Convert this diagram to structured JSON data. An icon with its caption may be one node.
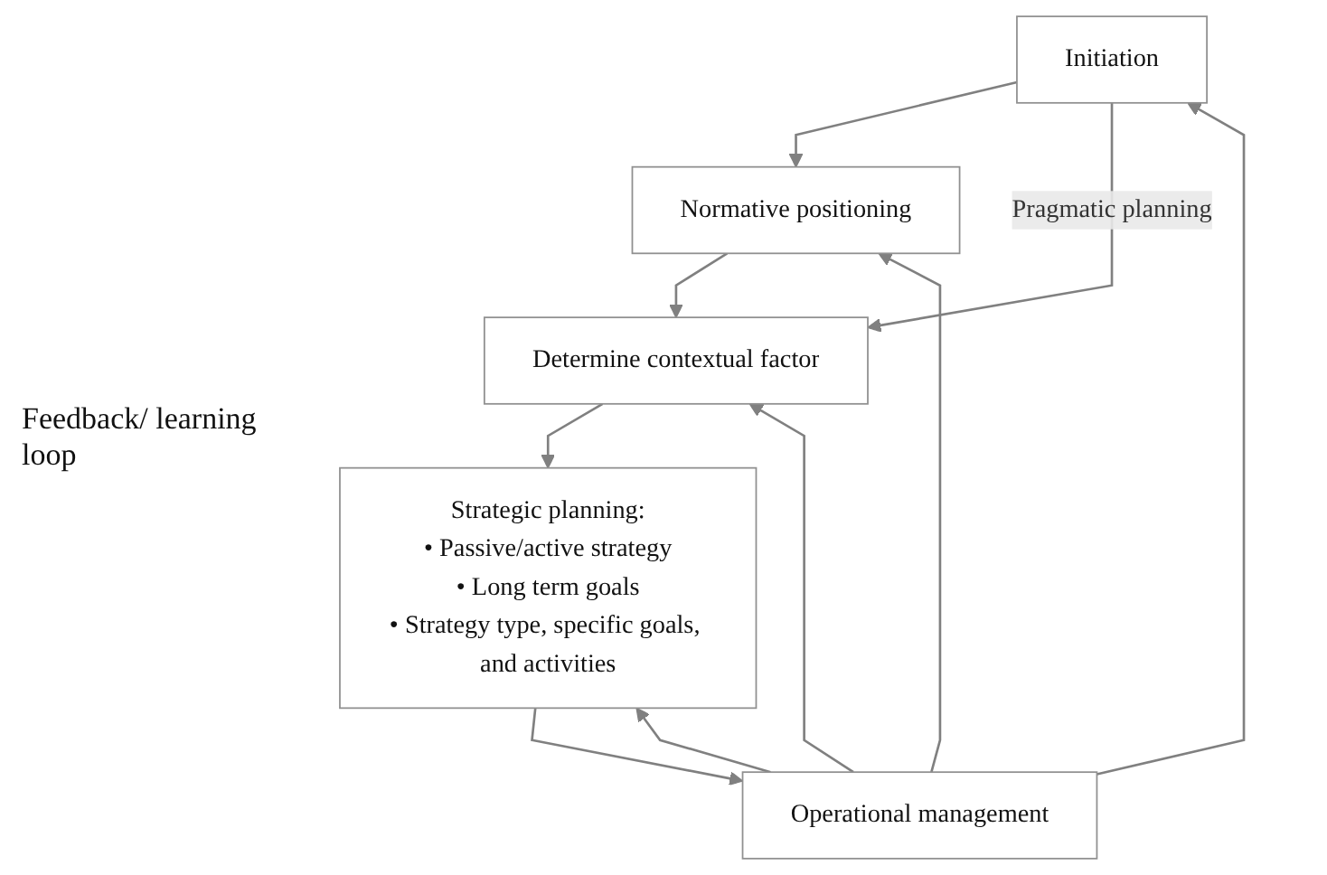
{
  "diagram": {
    "nodes": [
      {
        "text": [
          "Initiation"
        ]
      },
      {
        "text": [
          "Normative positioning"
        ]
      },
      {
        "text": [
          "Determine contextual factor"
        ]
      },
      {
        "text": [
          "Strategic planning:",
          "• Passive/active strategy",
          "• Long term goals",
          "• Strategy type, specific goals, and activities"
        ]
      },
      {
        "text": [
          "Operational management"
        ]
      }
    ],
    "edges": [
      {
        "from": 0,
        "to": 1,
        "arrow": "to"
      },
      {
        "from": 1,
        "to": 2,
        "arrow": "to"
      },
      {
        "from": 2,
        "to": 3,
        "arrow": "to"
      },
      {
        "from": 3,
        "to": 4,
        "arrow": "to"
      },
      {
        "from": 0,
        "to": 2,
        "arrow": "to",
        "label": "Pragmatic planning"
      },
      {
        "from": 4,
        "to": 0,
        "arrow": "to"
      },
      {
        "from": 4,
        "to": 1,
        "arrow": "to"
      },
      {
        "from": 4,
        "to": 2,
        "arrow": "to"
      },
      {
        "from": 4,
        "to": 3,
        "arrow": "to"
      }
    ],
    "labels": [
      "Feedback/ learning loop"
    ]
  }
}
